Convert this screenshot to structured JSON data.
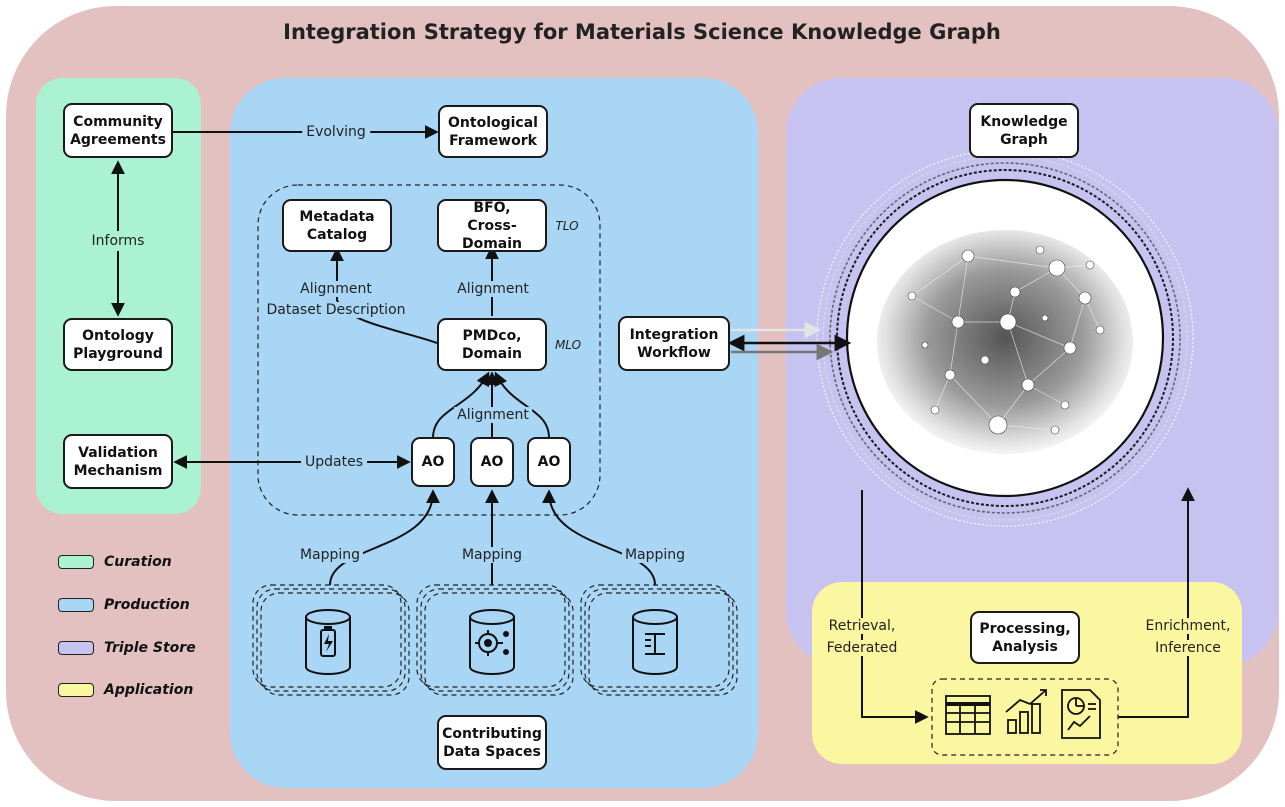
{
  "title": "Integration Strategy for Materials Science Knowledge Graph",
  "colors": {
    "outer": "#e3c1c1",
    "curation": "#aaf2d2",
    "production": "#aad6f5",
    "triple_store": "#c6c3f1",
    "application": "#fbf6a0"
  },
  "nodes": {
    "community": "Community\nAgreements",
    "playground": "Ontology\nPlayground",
    "validation": "Validation\nMechanism",
    "framework": "Ontological\nFramework",
    "catalog": "Metadata\nCatalog",
    "bfo": "BFO,\nCross-Domain",
    "pmdco": "PMDco,\nDomain",
    "ao1": "AO",
    "ao2": "AO",
    "ao3": "AO",
    "workflow": "Integration\nWorkflow",
    "kg": "Knowledge\nGraph",
    "processing": "Processing,\nAnalysis",
    "data_spaces": "Contributing\nData Spaces"
  },
  "edges": {
    "evolving": "Evolving",
    "informs": "Informs",
    "updates": "Updates",
    "alignment_top": "Alignment",
    "alignment_left_1": "Alignment",
    "alignment_left_2": "Dataset Description",
    "alignment_bottom": "Alignment",
    "mapping_1": "Mapping",
    "mapping_2": "Mapping",
    "mapping_3": "Mapping",
    "retrieval_1": "Retrieval,",
    "retrieval_2": "Federated",
    "enrichment_1": "Enrichment,",
    "enrichment_2": "Inference"
  },
  "tiers": {
    "tlo": "TLO",
    "mlo": "MLO"
  },
  "legend": [
    {
      "label": "Curation",
      "color": "#aaf2d2"
    },
    {
      "label": "Production",
      "color": "#aad6f5"
    },
    {
      "label": "Triple Store",
      "color": "#c6c3f1"
    },
    {
      "label": "Application",
      "color": "#fbf6a0"
    }
  ],
  "icons": {
    "data_space_1": "battery-database-icon",
    "data_space_2": "gear-network-database-icon",
    "data_space_3": "steel-beam-database-icon",
    "app_1": "spreadsheet-icon",
    "app_2": "bar-chart-trend-icon",
    "app_3": "report-analytics-icon",
    "graph": "network-graph-icon"
  }
}
